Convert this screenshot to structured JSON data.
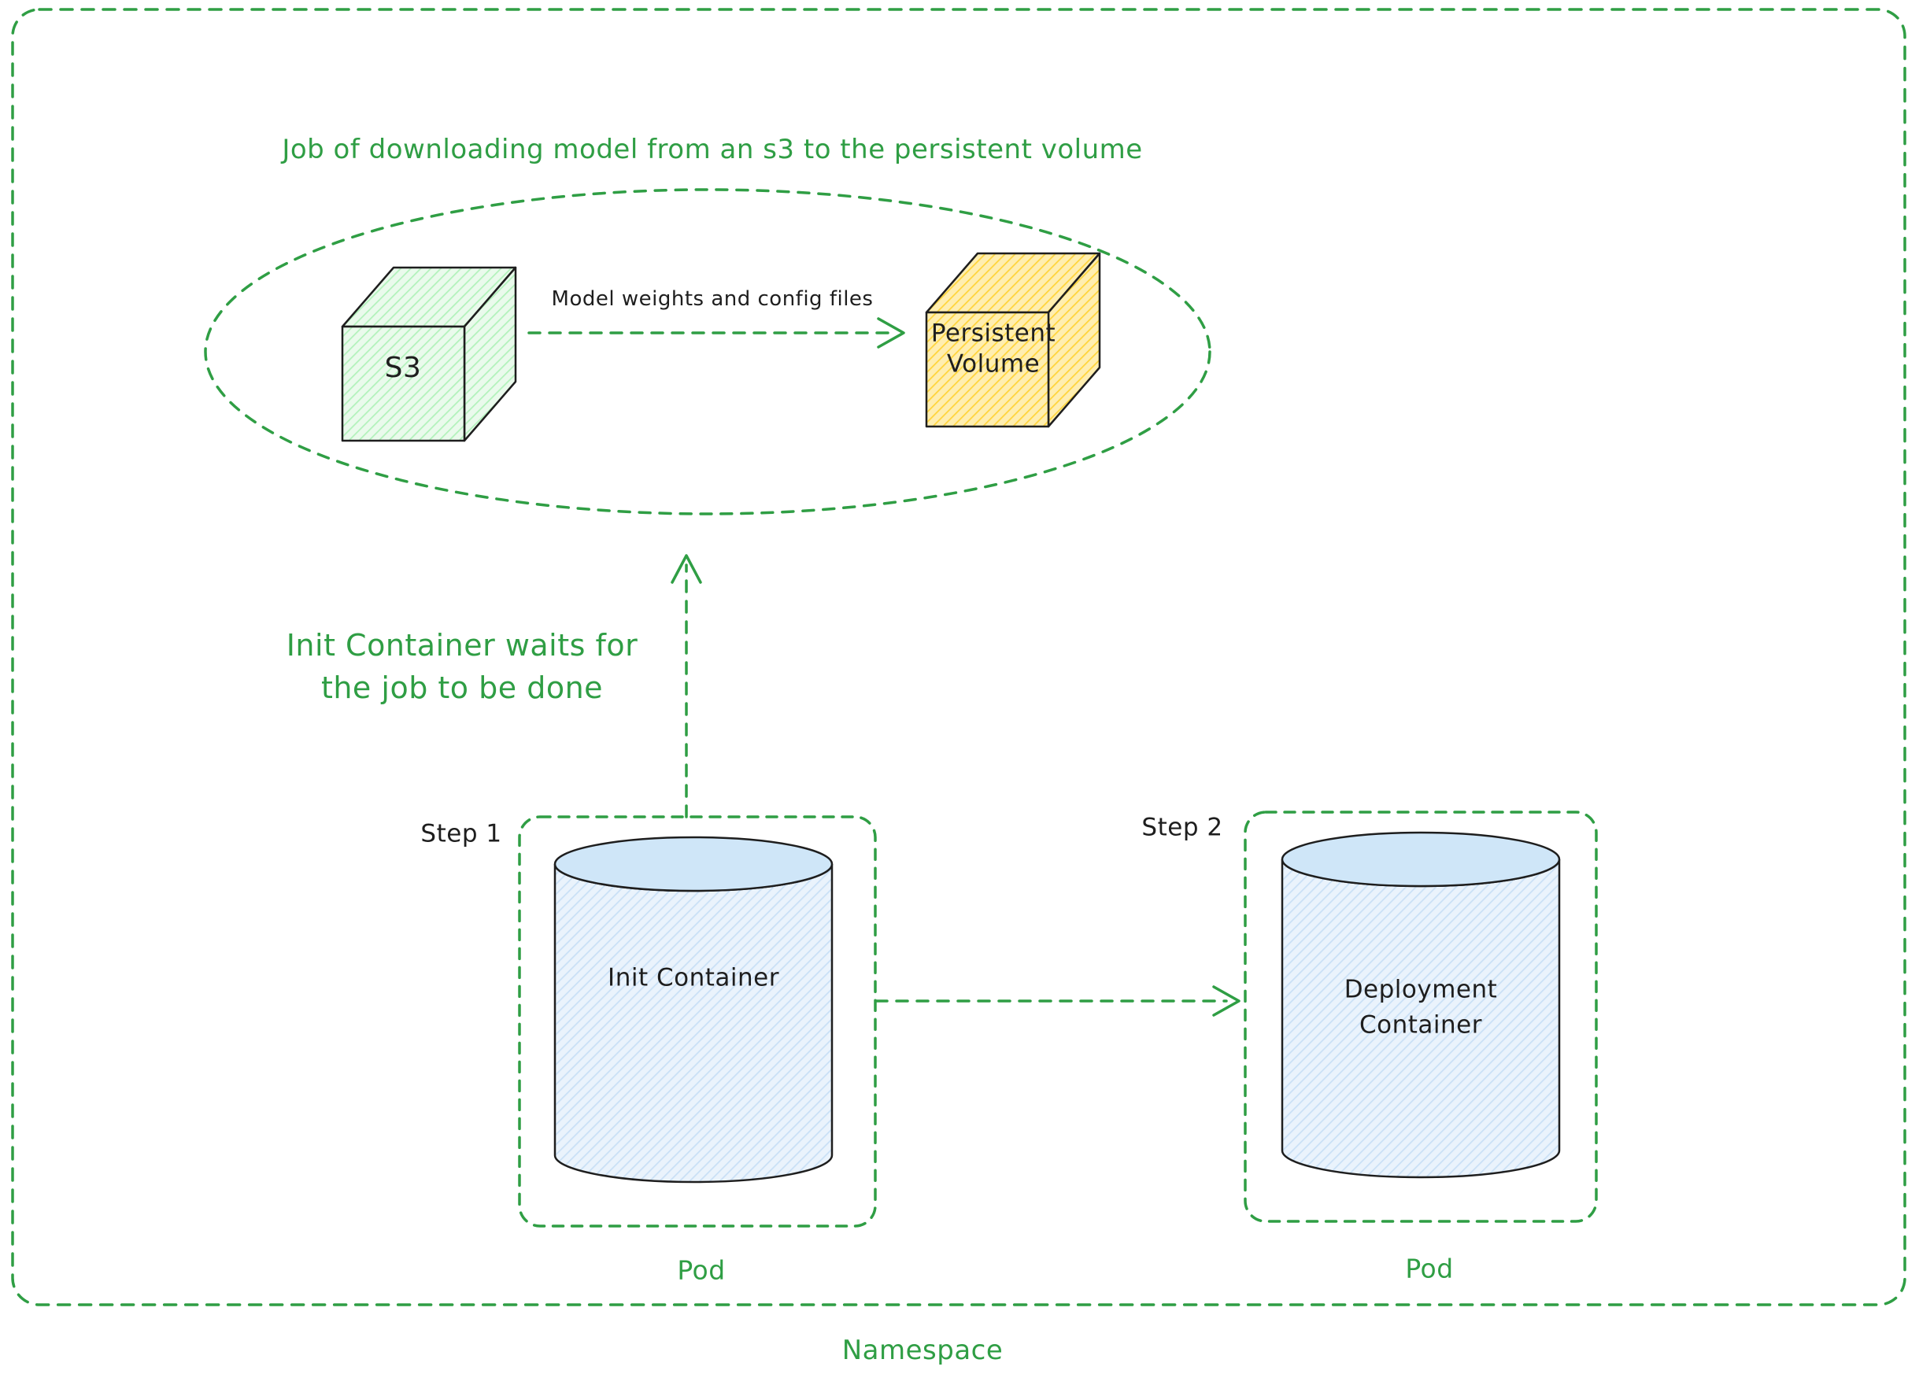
{
  "diagram": {
    "namespace_label": "Namespace",
    "job": {
      "title": "Job of downloading model from an s3 to the persistent volume",
      "s3_label": "S3",
      "pv_line1": "Persistent",
      "pv_line2": "Volume",
      "transfer_label": "Model weights and config files"
    },
    "wait_note": {
      "line1": "Init Container waits for",
      "line2": "the job to be done"
    },
    "step1": {
      "label": "Step 1",
      "container_label": "Init Container",
      "pod_label": "Pod"
    },
    "step2": {
      "label": "Step 2",
      "container_line1": "Deployment",
      "container_line2": "Container",
      "pod_label": "Pod"
    },
    "colors": {
      "accent_green": "#2f9e44",
      "ink": "#1e1e1e",
      "s3_fill": "#b2f2bb",
      "persistent_volume_fill": "#ffec99",
      "container_fill": "#d6e9f8"
    }
  }
}
